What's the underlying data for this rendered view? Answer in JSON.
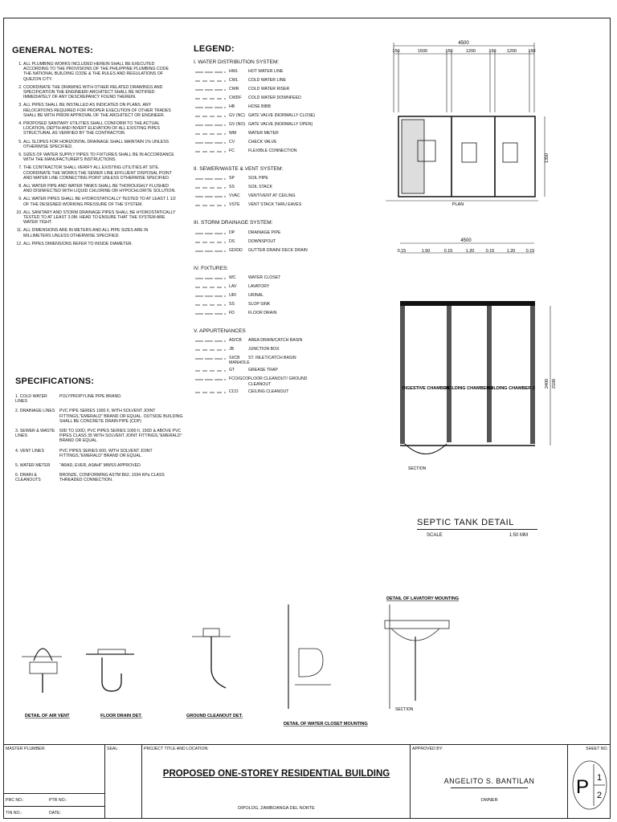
{
  "general_notes": {
    "title": "GENERAL NOTES:",
    "items": [
      "ALL PLUMBING WORKS INCLUDED HEREIN SHALL BE EXECUTED ACCORDING TO THE PROVISIONS OF THE PHILIPPINE PLUMBING CODE THE NATIONAL BUILDING CODE & THE RULES AND REGULATIONS OF QUEZON CITY.",
      "COORDINATE THE DRAWING WITH OTHER RELATED DRAWINGS AND SPECIFICATION THE ENGINEER/ ARCHITECT SHALL BE NOTIFIED IMMEDIATELY OF ANY DESCREPANCY FOUND THEREIN.",
      "ALL PIPES SHALL BE INSTALLED AS INDICATED ON PLANS. ANY RELOCATIONS REQUIRED FOR PROPER EXECUTION OF OTHER TRADES SHALL BE WITH PRIOR APPROVAL OF THE ARCHITECT OR ENGINEER.",
      "PROPOSED SANITARY UTILITIES SHALL CONFORM TO THE ACTUAL LOCATION, DEPTH AND INVERT ELEVATION OF ALL EXISTING PIPES STRUCTURAL AS VERIFIED BY THE CONTRACTOR.",
      "ALL SLOPES FOR HORIZONTAL DRAINAGE SHALL MAINTAIN 1% UNLESS OTHERWISE SPECIFIED.",
      "SIZES OF WATER SUPPLY PIPES TO FIXTURES SHALL BE IN ACCORDANCE WITH THE MANUFACTURER'S INSTRUCTIONS.",
      "THE CONTRACTOR SHALL VERIFY ALL EXISTING UTILITIES AT SITE. COORDINATE THE WORKS THE SEWER LINE EFFLUENT DISPOSAL POINT AND WATER LINE CONNECTING POINT UNLESS OTHERWISE SPECIFIED.",
      "ALL WATER PIPE AND WATER TANKS SHALL BE THOROUGHLY FLUSHED AND DISINFECTED WITH LIQUID CHLORINE OR HYPOCHLORITE SOLUTION.",
      "ALL WATER PIPES SHALL BE HYDROSTATICALLY TESTED TO AT LEAST 1 1/2 OF THE DESIGNED WORKING PRESSURE OF THE SYSTEM.",
      "ALL SANITARY AND STORM DRAINAGE PIPES SHALL BE HYDROSTATICALLY TESTED TO AT LEAST 3.0M. HEAD TO ENSURE THAT THE SYSTEM ARE WATER TIGHT.",
      "ALL DIMENSIONS ARE IN METERS AND ALL PIPE SIZES ARE IN MILLIMETERS UNLESS OTHERWISE SPECIFIED.",
      "ALL PIPES DIMENSIONS REFER TO INSIDE DIAMETER."
    ]
  },
  "specifications": {
    "title": "SPECIFICATIONS:",
    "items": [
      {
        "k": "1. COLD WATER LINES",
        "v": "POLYPROPYLINE PIPE BRAND."
      },
      {
        "k": "2. DRAINAGE LINES",
        "v": "PVC PIPE SERIES 1000 II, WITH SOLVENT JOINT FITTINGS,\"EMERALD\" BRAND OR EQUAL. OUTSIDE BUILDING SHALL BE CONCRETE DRAIN PIPE (CDP)"
      },
      {
        "k": "3. SEWER & WASTE LINES",
        "v": "50D TO 100D, PVC PIPES SERIES 1000 II, 150D & ABOVE PVC PIPES CLASS 35 WITH SOLVENT JOINT FITTINGS,\"EMERALD\" BRAND OR EQUAL."
      },
      {
        "k": "4. VENT LINES",
        "v": "PVC PIPES SERIES 600, WITH SOLVENT JOINT FITTINGS,\"EMERALD\" BRAND OR EQUAL."
      },
      {
        "k": "5. WATER METER",
        "v": "\"ARAD, EVER, ASAHI\" MWSS APPROVED"
      },
      {
        "k": "6. DRAIN & CLEANOUTS",
        "v": "BRONZE, CONFORMING ASTM B62, 1034 KPa CLASS THREADED CONNECTION."
      }
    ]
  },
  "legend": {
    "title": "LEGEND:",
    "sections": [
      {
        "title": "I. WATER DISTRIBUTION SYSTEM:",
        "items": [
          {
            "code": "HWL",
            "desc": "HOT WATER LINE"
          },
          {
            "code": "CWL",
            "desc": "COLD WATER LINE"
          },
          {
            "code": "CWR",
            "desc": "COLD WATER RISER"
          },
          {
            "code": "CWDF",
            "desc": "COLD WATER DOWNFEED"
          },
          {
            "code": "HB",
            "desc": "HOSE BIBB"
          },
          {
            "code": "GV (NC)",
            "desc": "GATE VALVE (NORMALLY CLOSE)"
          },
          {
            "code": "GV (NO)",
            "desc": "GATE VALVE (NORMALLY OPEN)"
          },
          {
            "code": "WM",
            "desc": "WATER METER"
          },
          {
            "code": "CV",
            "desc": "CHECK VALVE"
          },
          {
            "code": "FC",
            "desc": "FLEXIBLE CONNECTION"
          }
        ]
      },
      {
        "title": "II. SEWER/WASTE & VENT SYSTEM:",
        "items": [
          {
            "code": "SP",
            "desc": "SOIL PIPE"
          },
          {
            "code": "SS",
            "desc": "SOIL STACK"
          },
          {
            "code": "VVAC",
            "desc": "VENT/VENT AT CEILING"
          },
          {
            "code": "VSTE",
            "desc": "VENT STACK THRU EAVES"
          }
        ]
      },
      {
        "title": "III. STORM DRAINAGE SYSTEM:",
        "items": [
          {
            "code": "DP",
            "desc": "DRAINAGE PIPE"
          },
          {
            "code": "DS",
            "desc": "DOWNSPOUT"
          },
          {
            "code": "GD/DD",
            "desc": "GUTTER DRAIN/ DECK DRAIN"
          }
        ]
      },
      {
        "title": "IV. FIXTURES:",
        "items": [
          {
            "code": "WC",
            "desc": "WATER CLOSET"
          },
          {
            "code": "LAV",
            "desc": "LAVATORY"
          },
          {
            "code": "URI",
            "desc": "URINAL"
          },
          {
            "code": "SS",
            "desc": "SLOP SINK"
          },
          {
            "code": "FD",
            "desc": "FLOOR DRAIN"
          }
        ]
      },
      {
        "title": "V. APPURTENANCES",
        "items": [
          {
            "code": "AD/CB",
            "desc": "AREA DRAIN/CATCH BASIN"
          },
          {
            "code": "JB",
            "desc": "JUNCTION BOX"
          },
          {
            "code": "SI/CB MANHOLE",
            "desc": "ST. INLET/CATCH BASIN"
          },
          {
            "code": "GT",
            "desc": "GREASE TRAP"
          },
          {
            "code": "FCO/GCO",
            "desc": "FLOOR CLEANOUT/ GROUND CLEANOUT"
          },
          {
            "code": "CCO",
            "desc": "CEILING CLEANOUT"
          }
        ]
      }
    ]
  },
  "septic_plan": {
    "overall": "4500",
    "dims": [
      "150",
      "1500",
      "150",
      "1200",
      "150",
      "1200",
      "150"
    ],
    "side": "1350",
    "plan_label": "PLAN"
  },
  "septic_section": {
    "overall": "4500",
    "dims": [
      "0.15",
      "1.50",
      "0.15",
      "1.20",
      "0.15",
      "1.20",
      "0.15"
    ],
    "side_a": "2400",
    "side_b": "2100",
    "chambers": [
      "DIGESTIVE CHAMBER",
      "HOLDING CHAMBER 1",
      "HOLDING CHAMBER 2"
    ],
    "section_label": "SECTION"
  },
  "septic_title": {
    "title": "SEPTIC TANK DETAIL",
    "scale_label": "SCALE",
    "scale_value": "1:50 MM"
  },
  "details": {
    "air_vent": "DETAIL OF AIR VENT",
    "floor_drain": "FLOOR DRAIN DET.",
    "ground_cleanout": "GROUND CLEANOUT DET.",
    "water_closet": "DETAIL OF WATER CLOSET MOUNTING",
    "lavatory": "DETAIL OF LAVATORY MOUNTING",
    "section_label": "SECTION"
  },
  "title_block": {
    "master_plumber": "MASTER PLUMBER:",
    "seal": "SEAL:",
    "project_title_label": "PROJECT TITLE AND LOCATION:",
    "approved_by": "APPROVED BY:",
    "sheet_no": "SHEET NO.",
    "project_title": "PROPOSED ONE-STOREY RESIDENTIAL BUILDING",
    "location": "DIPOLOG, ZAMBOANGA DEL NORTE",
    "owner_name": "ANGELITO S. BANTILAN",
    "owner_label": "OWNER",
    "prc_no": "PRC NO.:",
    "ptr_no": "PTR NO.:",
    "tin_no": "TIN NO.:",
    "date": "DATE:",
    "sheet_letter": "P",
    "sheet_num": "1",
    "sheet_total": "2"
  }
}
